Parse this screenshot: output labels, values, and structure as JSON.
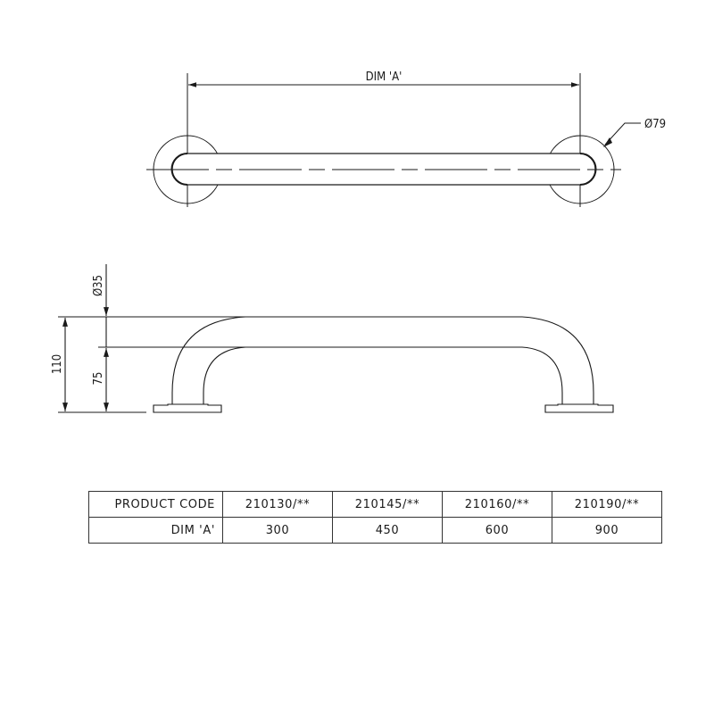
{
  "top_view": {
    "dimension_label": "DIM 'A'",
    "rosette_diameter_label": "Ø79"
  },
  "side_view": {
    "tube_diameter_label": "Ø35",
    "overall_height_label": "110",
    "inner_height_label": "75"
  },
  "table": {
    "rows": [
      {
        "header": "PRODUCT CODE",
        "cells": [
          "210130/**",
          "210145/**",
          "210160/**",
          "210190/**"
        ]
      },
      {
        "header": "DIM 'A'",
        "cells": [
          "300",
          "450",
          "600",
          "900"
        ]
      }
    ]
  },
  "colors": {
    "line": "#1a1a1a",
    "background": "#ffffff"
  }
}
